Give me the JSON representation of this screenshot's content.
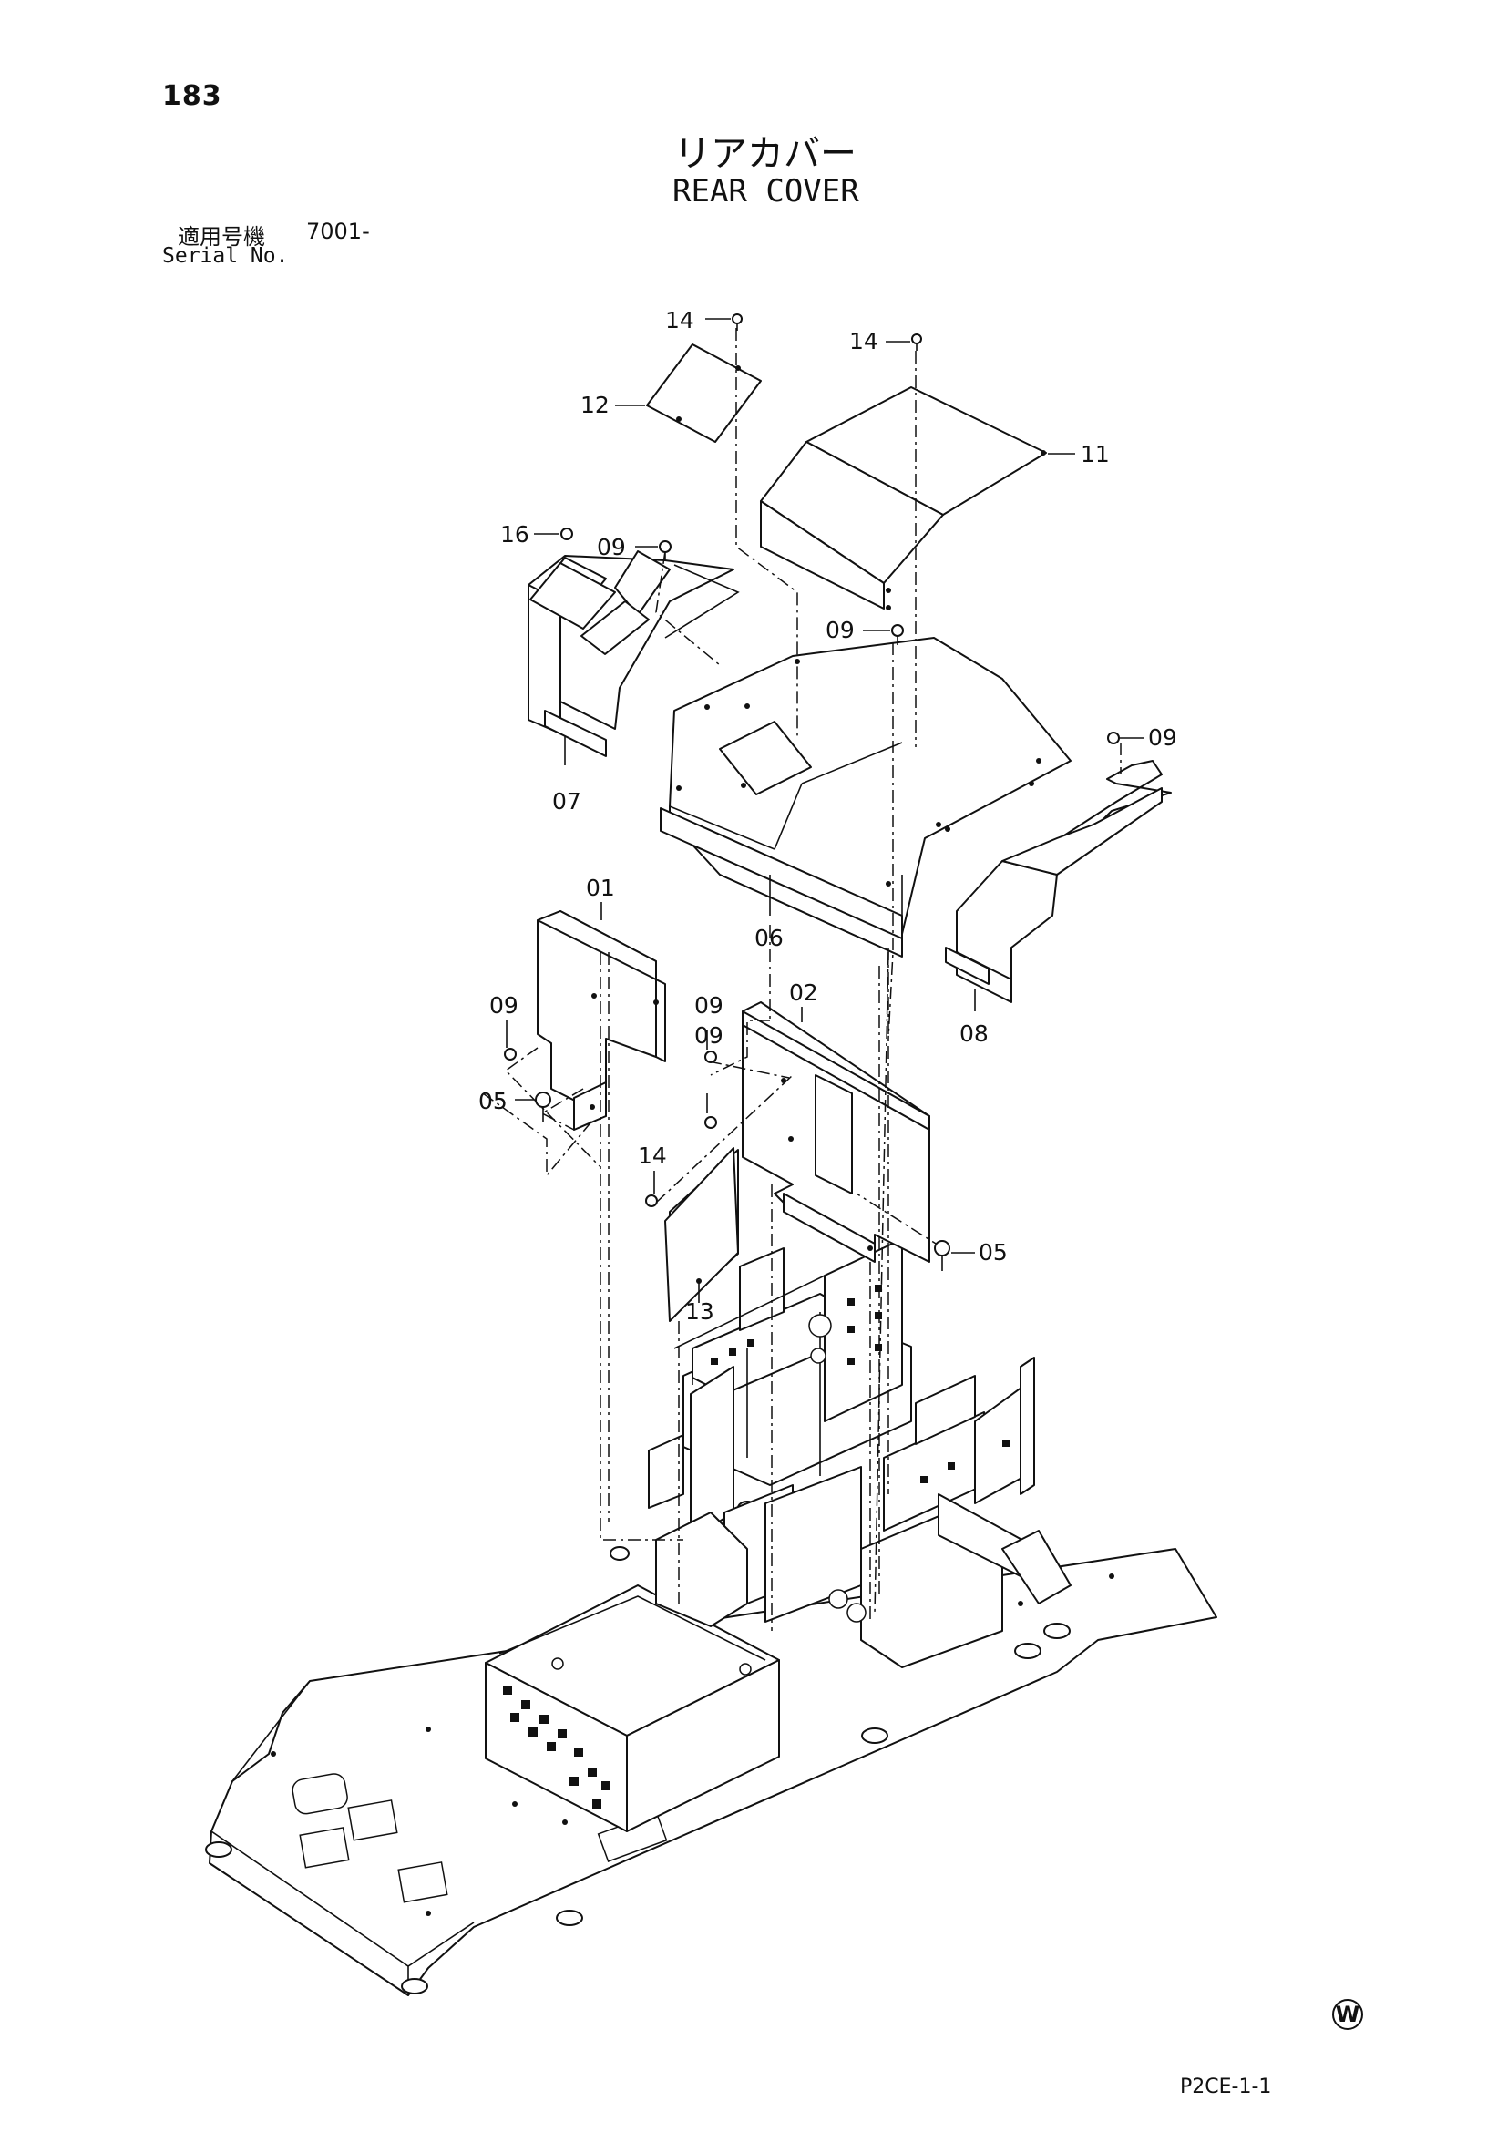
{
  "page_number": "183",
  "title_ja": "リアカバー",
  "title_en": "REAR COVER",
  "serial": {
    "label_ja": "適用号機",
    "value": "7001-",
    "label_en": "Serial No."
  },
  "callouts": {
    "c14a": "14",
    "c14b": "14",
    "c12": "12",
    "c11": "11",
    "c16": "16",
    "c09a": "09",
    "c09b": "09",
    "c09c": "09",
    "c07": "07",
    "c06": "06",
    "c08": "08",
    "c01": "01",
    "c09d": "09",
    "c09e": "09",
    "c02": "02",
    "c09f": "09",
    "c05a": "05",
    "c14c": "14",
    "c13": "13",
    "c05b": "05"
  },
  "footer": {
    "mark": "W",
    "code": "P2CE-1-1"
  }
}
